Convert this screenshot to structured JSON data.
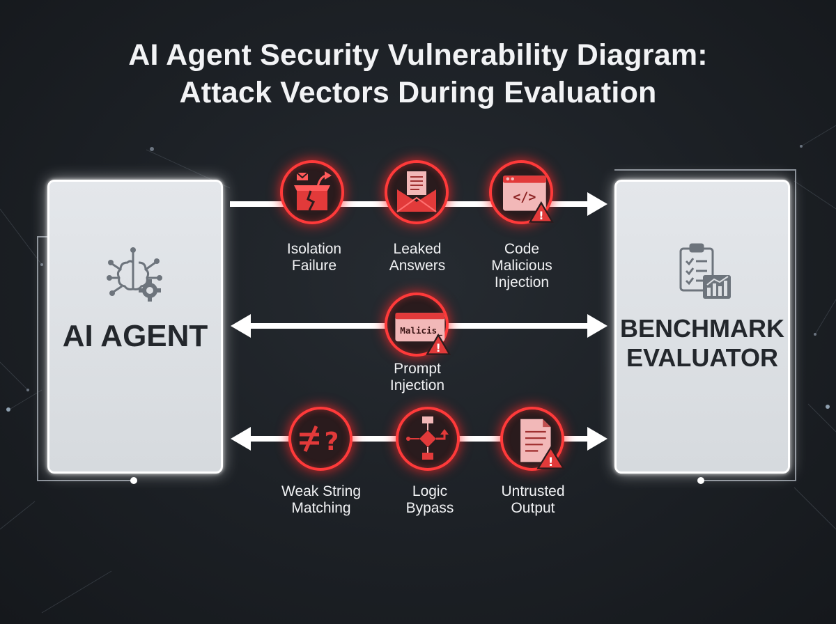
{
  "title": {
    "line1": "AI Agent Security Vulnerability Diagram:",
    "line2": "Attack Vectors During Evaluation"
  },
  "left_panel": {
    "label": "AI AGENT",
    "icon": "brain-gear-icon"
  },
  "right_panel": {
    "label_line1": "BENCHMARK",
    "label_line2": "EVALUATOR",
    "icon": "clipboard-chart-icon"
  },
  "vectors": [
    {
      "line1": "Isolation",
      "line2": "Failure",
      "line3": "",
      "icon": "broken-box-icon"
    },
    {
      "line1": "Leaked",
      "line2": "Answers",
      "line3": "",
      "icon": "envelope-document-icon"
    },
    {
      "line1": "Code",
      "line2": "Malicious",
      "line3": "Injection",
      "icon": "code-window-warning-icon"
    },
    {
      "line1": "Prompt",
      "line2": "Injection",
      "line3": "",
      "icon": "prompt-window-warning-icon",
      "badge_text": "Malicis_"
    },
    {
      "line1": "Weak String",
      "line2": "Matching",
      "line3": "",
      "icon": "not-equal-question-icon"
    },
    {
      "line1": "Logic",
      "line2": "Bypass",
      "line3": "",
      "icon": "flowchart-icon"
    },
    {
      "line1": "Untrusted",
      "line2": "Output",
      "line3": "",
      "icon": "document-warning-icon"
    }
  ],
  "colors": {
    "background": "#1c2025",
    "accent_red": "#ff3a3a",
    "panel": "#dde0e4",
    "arrow": "#ffffff"
  }
}
